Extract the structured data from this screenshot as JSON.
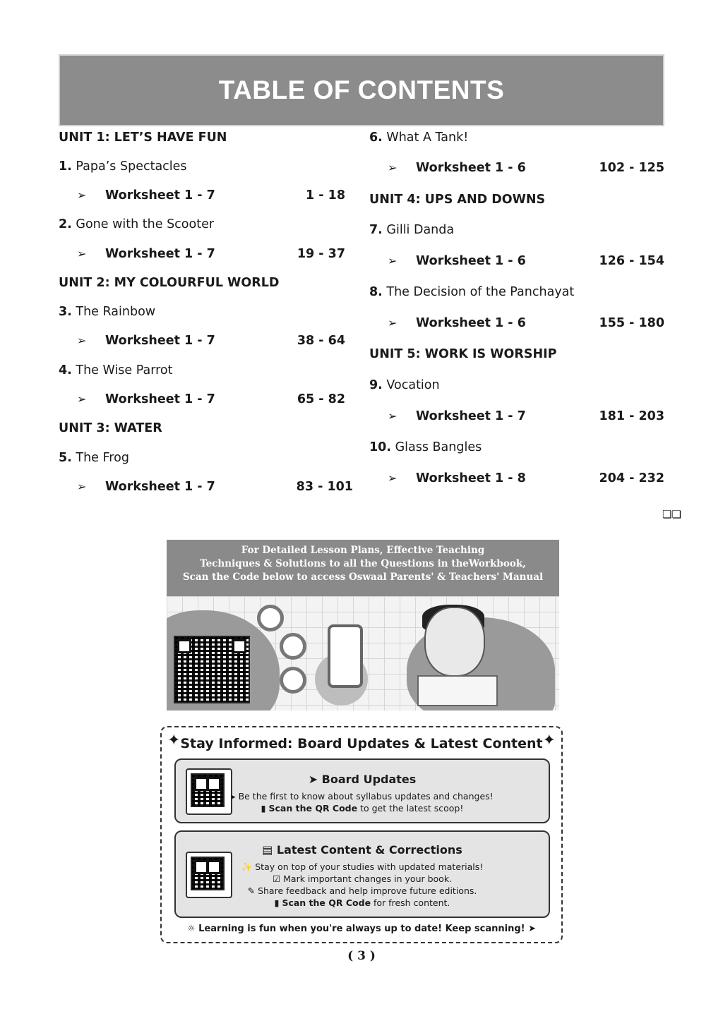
{
  "title": "TABLE OF CONTENTS",
  "left_column": {
    "unit1": "UNIT 1: LET’S HAVE FUN",
    "ch1_num": "1.",
    "ch1": "Papa’s Spectacles",
    "ws1": "Worksheet 1 - 7",
    "ws1_pages": "1  - 18",
    "ch2_num": "2.",
    "ch2": "Gone with the Scooter",
    "ws2": "Worksheet 1 - 7",
    "ws2_pages": "19  - 37",
    "unit2": "UNIT 2: MY COLOURFUL WORLD",
    "ch3_num": "3.",
    "ch3": "The Rainbow",
    "ws3": "Worksheet 1 - 7",
    "ws3_pages": "38  - 64",
    "ch4_num": "4.",
    "ch4": "The Wise Parrot",
    "ws4": "Worksheet 1 - 7",
    "ws4_pages": "65  - 82",
    "unit3": "UNIT 3: WATER",
    "ch5_num": "5.",
    "ch5": "The Frog",
    "ws5": "Worksheet 1 - 7",
    "ws5_pages": "83  - 101"
  },
  "right_column": {
    "ch6_num": "6.",
    "ch6": "What A Tank!",
    "ws6": "Worksheet 1 - 6",
    "ws6_pages": "102  - 125",
    "unit4": "UNIT 4: UPS AND DOWNS",
    "ch7_num": "7.",
    "ch7": "Gilli Danda",
    "ws7": "Worksheet 1 - 6",
    "ws7_pages": "126  - 154",
    "ch8_num": "8.",
    "ch8": "The Decision of the Panchayat",
    "ws8": "Worksheet 1 - 6",
    "ws8_pages": "155  - 180",
    "unit5": "UNIT 5: WORK IS WORSHIP",
    "ch9_num": "9.",
    "ch9": "Vocation",
    "ws9": "Worksheet 1 - 7",
    "ws9_pages": "181  - 203",
    "ch10_num": "10.",
    "ch10": "Glass Bangles",
    "ws10": "Worksheet 1 - 8",
    "ws10_pages": "204  - 232"
  },
  "arrow_glyph": "➢",
  "end_mark": "❏❏",
  "promo": {
    "line1": "For Detailed Lesson Plans, Effective Teaching",
    "line2": "Techniques & Solutions to all the Questions in theWorkbook,",
    "line3": "Scan the Code below to access Oswaal Parents' & Teachers' Manual"
  },
  "updates": {
    "title": "Stay Informed: Board Updates & Latest Content",
    "board": {
      "title": "Board Updates",
      "line1": "Be the first to know about syllabus updates and changes!",
      "line2_bold": "Scan the QR Code",
      "line2_rest": " to get the latest scoop!"
    },
    "latest": {
      "title": "Latest Content & Corrections",
      "line1": "Stay on top of your studies with updated materials!",
      "line2": "Mark important changes in your book.",
      "line3": "Share feedback and help improve future editions.",
      "line4_bold": "Scan the QR Code",
      "line4_rest": " for fresh content."
    },
    "footer": "Learning is fun when you're always up to date! Keep scanning!"
  },
  "page_number": "( 3 )"
}
